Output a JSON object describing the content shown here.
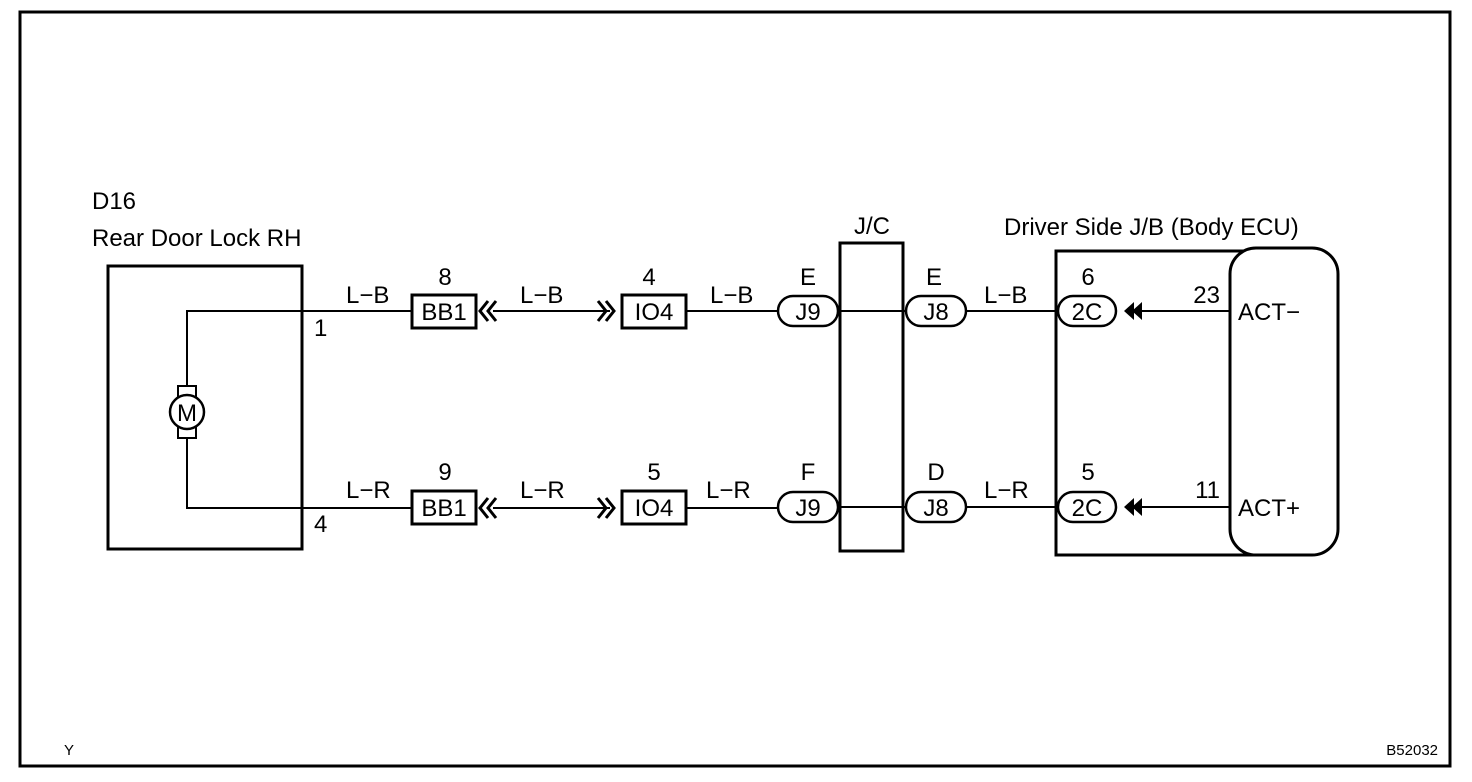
{
  "component": {
    "code": "D16",
    "name": "Rear Door Lock RH",
    "motor_symbol": "M"
  },
  "pins_left": {
    "top": "1",
    "bottom": "4"
  },
  "wires": {
    "top": [
      "L−B",
      "L−B",
      "L−B",
      "L−B"
    ],
    "bottom": [
      "L−R",
      "L−R",
      "L−R",
      "L−R"
    ]
  },
  "connectors": {
    "bb1": {
      "label": "BB1",
      "top_pin": "8",
      "bottom_pin": "9"
    },
    "io4": {
      "label": "IO4",
      "top_pin": "4",
      "bottom_pin": "5"
    },
    "j9": {
      "label": "J9",
      "top_pin": "E",
      "bottom_pin": "F"
    },
    "j8": {
      "label": "J8",
      "top_pin": "E",
      "bottom_pin": "D"
    },
    "c2c": {
      "label": "2C",
      "top_pin": "6",
      "bottom_pin": "5"
    }
  },
  "junction": {
    "label": "J/C"
  },
  "ecu": {
    "title": "Driver Side J/B (Body ECU)",
    "top_pin": "23",
    "top_signal": "ACT−",
    "bottom_pin": "11",
    "bottom_signal": "ACT+"
  },
  "footer": {
    "left": "Y",
    "right": "B52032"
  }
}
